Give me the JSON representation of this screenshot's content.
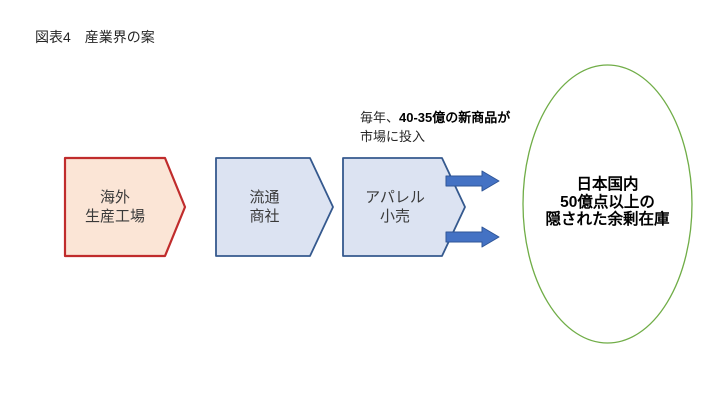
{
  "slide": {
    "title": "図表4　産業界の案"
  },
  "colors": {
    "factory_fill": "#FBE5D6",
    "factory_border": "#C02C2C",
    "chain_fill": "#DCE3F2",
    "chain_border": "#35598E",
    "arrow_fill": "#4472C4",
    "arrow_border": "#2F5597",
    "ellipse_border": "#70AD47"
  },
  "flow_steps": [
    {
      "line1": "海外",
      "line2": "生産工場"
    },
    {
      "line1": "流通",
      "line2": "商社"
    },
    {
      "line1": "アパレル",
      "line2": "小売"
    }
  ],
  "annotation": {
    "lead": "毎年、",
    "bold_part": "40-35億の新商品が",
    "line2": "市場に投入"
  },
  "result_ellipse": {
    "line1": "日本国内",
    "line2": "50億点以上の",
    "line3": "隠された余剰在庫"
  },
  "icons": {
    "flow_arrow": "right-block-arrow"
  }
}
